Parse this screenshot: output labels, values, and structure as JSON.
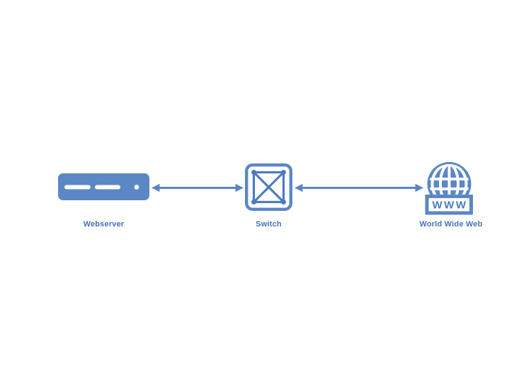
{
  "page": {
    "background": "#ffffff"
  },
  "colors": {
    "background": "#ffffff",
    "accent": "#5b87c5",
    "accent_dark": "#4d7bc0",
    "label": "#4573b9",
    "icon_detail": "#ffffff"
  },
  "diagram": {
    "type": "network-diagram",
    "nodes": [
      {
        "id": "webserver",
        "label": "Webserver",
        "icon": "server-icon"
      },
      {
        "id": "switch",
        "label": "Switch",
        "icon": "switch-icon"
      },
      {
        "id": "www",
        "label": "World Wide Web",
        "icon": "globe-www-icon",
        "icon_text": "WWW"
      }
    ],
    "connectors": [
      {
        "from": "Webserver",
        "to": "Switch",
        "type": "double-headed-arrow"
      },
      {
        "from": "Switch",
        "to": "World Wide Web",
        "type": "double-headed-arrow"
      }
    ]
  }
}
